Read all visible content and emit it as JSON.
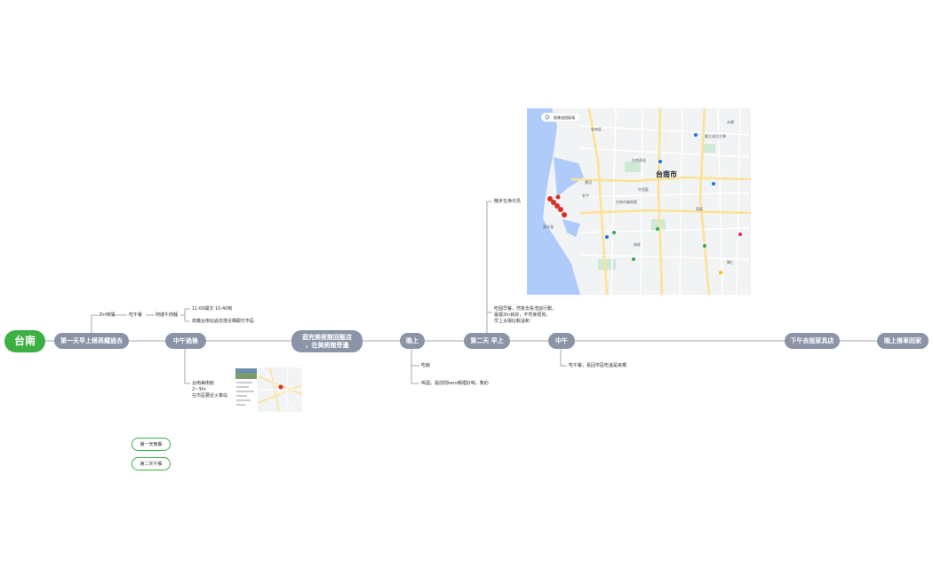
{
  "root": "台南",
  "main_nodes": {
    "day1_morning": "第一天早上搭高鐵過去",
    "lunch": "中午過後",
    "hotel": "逛完美術館回飯店\n，在美術館旁邊",
    "evening": "晚上",
    "day2_morning": "第二天 早上",
    "noon": "中午",
    "afternoon": "下午去挺家具店",
    "night": "晚上搭車回家"
  },
  "labels": {
    "hsr_time": "2hr時間",
    "eat_lunch": "吃午餐",
    "ahe": "阿堪午肉麵",
    "train_time": "11:00開次 10:40到",
    "transit": "高鐵台南站過去搭近購跟付市區",
    "museum": "台南美術館\n2~3hr\n在市區要近火車站",
    "dinner": "吃飯",
    "drink": "喝酒，提前問kero哪裡好喝，幫約",
    "fishing": "散步在漁光島",
    "breakfast": "吃個早餐，然後去看浩談行動，\n最遲2hr就好，不然會很晃，\n早上太陽比較溫和",
    "noon_lunch": "吃午餐，看回市區吃還是丟橋"
  },
  "outline_buttons": {
    "day1_lunch": "第一天晚餐",
    "day2_lunch": "第二天午餐"
  },
  "map": {
    "search_placeholder": "搜尋這個區域",
    "city_label": "台南市",
    "place_labels": [
      "安平",
      "台南車站",
      "國立成功大學",
      "永康",
      "南區",
      "安南區",
      "台南市美術館",
      "漁光島",
      "運河",
      "中西區",
      "東區",
      "歸仁"
    ],
    "pin_color": "#d93025",
    "water_color": "#aecbfa",
    "land_color": "#f1f3f4",
    "road_color": "#fde293"
  },
  "colors": {
    "root": "#3cb043",
    "node": "#8a94a6",
    "line": "#a0a7b4"
  }
}
